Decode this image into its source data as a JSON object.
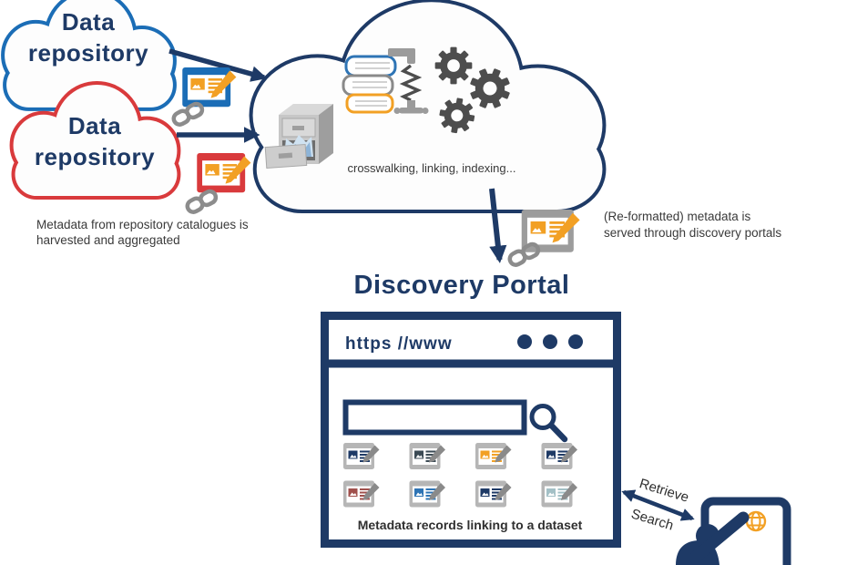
{
  "colors": {
    "navy": "#1e3a66",
    "blue": "#1b6db6",
    "red": "#d93a3c",
    "orange": "#f2a024",
    "gray_icon": "#9c9c9c",
    "text_gray": "#3a3a3a",
    "caption_dark": "#2f2f2f"
  },
  "sources": {
    "blue_repository": {
      "line1": "Data",
      "line2": "repository"
    },
    "red_repository": {
      "line1": "Data",
      "line2": "repository"
    }
  },
  "aggregator_cloud": {
    "caption": "crosswalking, linking, indexing..."
  },
  "annotations": {
    "harvested_line1": "Metadata from repository catalogues is",
    "harvested_line2": "harvested and aggregated",
    "served_line1": "(Re-formatted) metadata is",
    "served_line2": "served through discovery portals"
  },
  "portal": {
    "title": "Discovery Portal",
    "address_text": "https //www",
    "caption": "Metadata records linking to a dataset",
    "records": [
      {
        "color": "#1e3a66"
      },
      {
        "color": "#3b4a54"
      },
      {
        "color": "#f2a024"
      },
      {
        "color": "#1e3a66"
      },
      {
        "color": "#a0504c"
      },
      {
        "color": "#2e74b5"
      },
      {
        "color": "#1e3a66"
      },
      {
        "color": "#a3c0c6"
      }
    ]
  },
  "user_actions": {
    "retrieve": "Retrieve",
    "search": "Search"
  },
  "icons": {
    "file_cabinet": "archive-cabinet",
    "books_compress": "stacked-books-with-clamp",
    "gears": "three-gears",
    "metadata_record": "document-card-with-pencil",
    "chain_link": "chain-link",
    "search": "magnifier",
    "window_dots": "three-dots",
    "globe": "globe",
    "user": "person-silhouette"
  }
}
